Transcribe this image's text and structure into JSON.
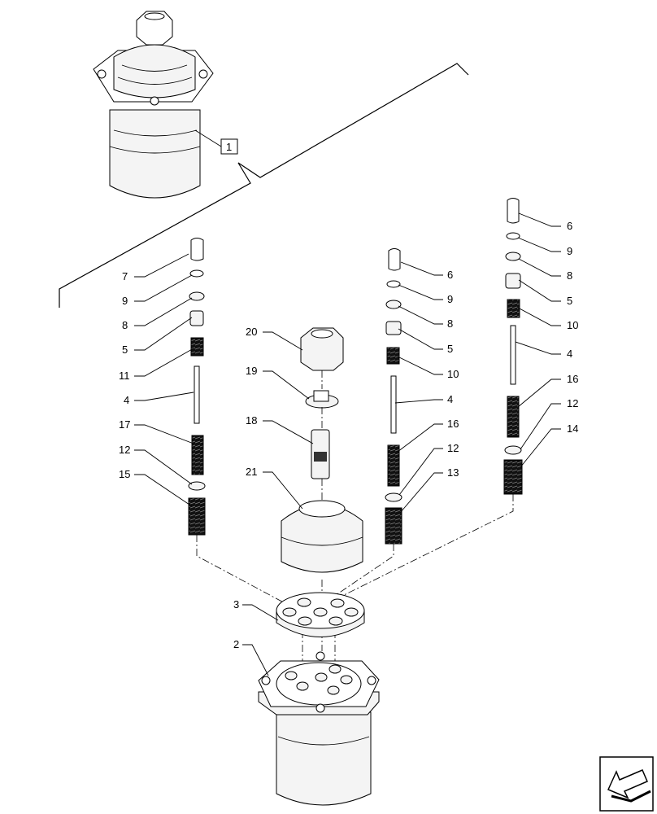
{
  "diagram": {
    "reference_box": "1",
    "callouts": [
      {
        "id": "c7",
        "text": "7"
      },
      {
        "id": "c9a",
        "text": "9"
      },
      {
        "id": "c8a",
        "text": "8"
      },
      {
        "id": "c5a",
        "text": "5"
      },
      {
        "id": "c11",
        "text": "11"
      },
      {
        "id": "c4a",
        "text": "4"
      },
      {
        "id": "c17",
        "text": "17"
      },
      {
        "id": "c12a",
        "text": "12"
      },
      {
        "id": "c15",
        "text": "15"
      },
      {
        "id": "c20",
        "text": "20"
      },
      {
        "id": "c19",
        "text": "19"
      },
      {
        "id": "c18",
        "text": "18"
      },
      {
        "id": "c21",
        "text": "21"
      },
      {
        "id": "c6b",
        "text": "6"
      },
      {
        "id": "c9b",
        "text": "9"
      },
      {
        "id": "c8b",
        "text": "8"
      },
      {
        "id": "c5b",
        "text": "5"
      },
      {
        "id": "c10b",
        "text": "10"
      },
      {
        "id": "c4b",
        "text": "4"
      },
      {
        "id": "c16b",
        "text": "16"
      },
      {
        "id": "c12b",
        "text": "12"
      },
      {
        "id": "c13",
        "text": "13"
      },
      {
        "id": "c6c",
        "text": "6"
      },
      {
        "id": "c9c",
        "text": "9"
      },
      {
        "id": "c8c",
        "text": "8"
      },
      {
        "id": "c5c",
        "text": "5"
      },
      {
        "id": "c10c",
        "text": "10"
      },
      {
        "id": "c4c",
        "text": "4"
      },
      {
        "id": "c16c",
        "text": "16"
      },
      {
        "id": "c12c",
        "text": "12"
      },
      {
        "id": "c14",
        "text": "14"
      },
      {
        "id": "c3",
        "text": "3"
      },
      {
        "id": "c2",
        "text": "2"
      }
    ],
    "nav_icon": "arrow-back-icon"
  }
}
